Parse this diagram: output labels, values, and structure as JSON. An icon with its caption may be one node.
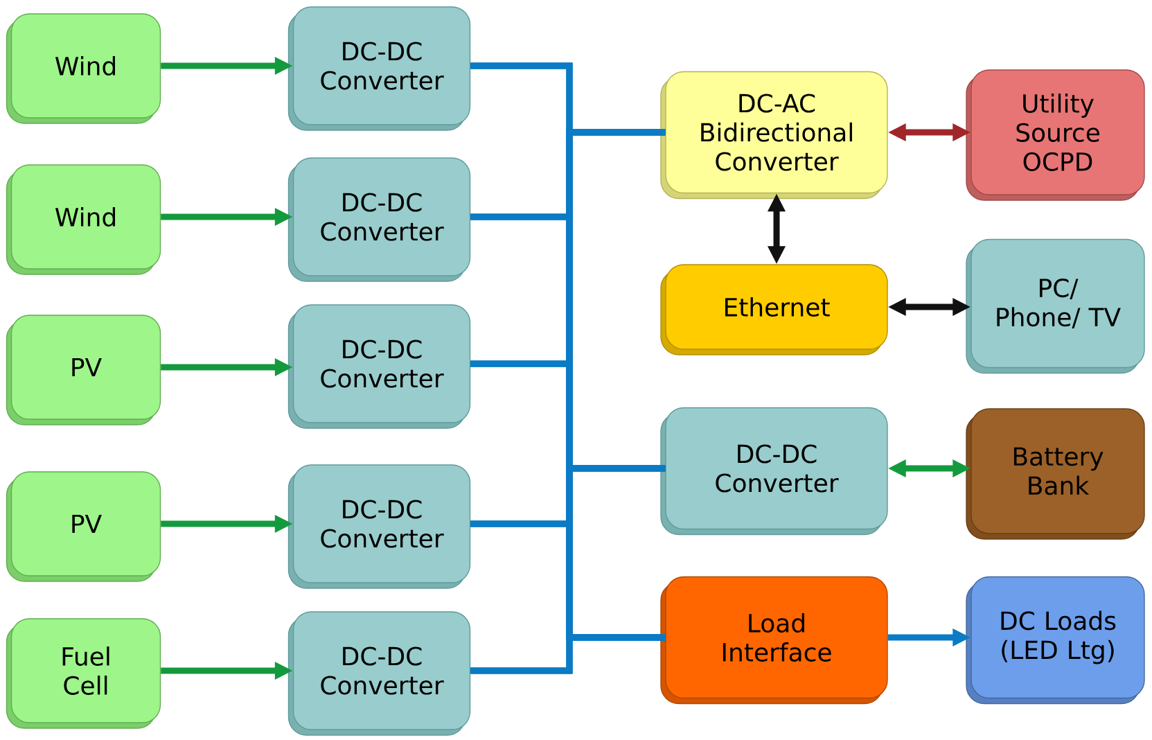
{
  "diagram": {
    "nodes": [
      {
        "text": [
          "Wind"
        ]
      },
      {
        "text": [
          "Wind"
        ]
      },
      {
        "text": [
          "PV"
        ]
      },
      {
        "text": [
          "PV"
        ]
      },
      {
        "text": [
          "Fuel Cell"
        ]
      },
      {
        "text": [
          "DC-DC Converter"
        ]
      },
      {
        "text": [
          "DC-DC Converter"
        ]
      },
      {
        "text": [
          "DC-DC Converter"
        ]
      },
      {
        "text": [
          "DC-DC Converter"
        ]
      },
      {
        "text": [
          "DC-DC Converter"
        ]
      },
      {
        "text": [
          "DC-AC Bidirectional Converter"
        ]
      },
      {
        "text": [
          "Utility Source OCPD"
        ]
      },
      {
        "text": [
          "Ethernet"
        ]
      },
      {
        "text": [
          "PC/ Phone/ TV"
        ]
      },
      {
        "text": [
          "DC-DC Converter"
        ]
      },
      {
        "text": [
          "Battery Bank"
        ]
      },
      {
        "text": [
          "Load Interface"
        ]
      },
      {
        "text": [
          "DC Loads (LED Ltg)"
        ]
      }
    ],
    "edges": [
      {
        "from": 0,
        "to": 5,
        "arrow": "to",
        "color": "#149a3e"
      },
      {
        "from": 1,
        "to": 6,
        "arrow": "to",
        "color": "#149a3e"
      },
      {
        "from": 2,
        "to": 7,
        "arrow": "to",
        "color": "#149a3e"
      },
      {
        "from": 3,
        "to": 8,
        "arrow": "to",
        "color": "#149a3e"
      },
      {
        "from": 4,
        "to": 9,
        "arrow": "to",
        "color": "#149a3e"
      },
      {
        "from": 5,
        "to": 10,
        "arrow": "none"
      },
      {
        "from": 5,
        "to": 14,
        "arrow": "none"
      },
      {
        "from": 5,
        "to": 16,
        "arrow": "none"
      },
      {
        "from": 6,
        "to": 10,
        "arrow": "none"
      },
      {
        "from": 6,
        "to": 14,
        "arrow": "none"
      },
      {
        "from": 6,
        "to": 16,
        "arrow": "none"
      },
      {
        "from": 7,
        "to": 10,
        "arrow": "none"
      },
      {
        "from": 7,
        "to": 14,
        "arrow": "none"
      },
      {
        "from": 7,
        "to": 16,
        "arrow": "none"
      },
      {
        "from": 8,
        "to": 10,
        "arrow": "none"
      },
      {
        "from": 8,
        "to": 14,
        "arrow": "none"
      },
      {
        "from": 8,
        "to": 16,
        "arrow": "none"
      },
      {
        "from": 9,
        "to": 10,
        "arrow": "none"
      },
      {
        "from": 9,
        "to": 14,
        "arrow": "none"
      },
      {
        "from": 9,
        "to": 16,
        "arrow": "none"
      },
      {
        "from": 10,
        "to": 11,
        "arrow": "both",
        "color": "#a0262a"
      },
      {
        "from": 10,
        "to": 12,
        "arrow": "both",
        "color": "#111111"
      },
      {
        "from": 12,
        "to": 13,
        "arrow": "both",
        "color": "#111111"
      },
      {
        "from": 14,
        "to": 15,
        "arrow": "both",
        "color": "#149a3e"
      },
      {
        "from": 16,
        "to": 17,
        "arrow": "to"
      }
    ]
  }
}
